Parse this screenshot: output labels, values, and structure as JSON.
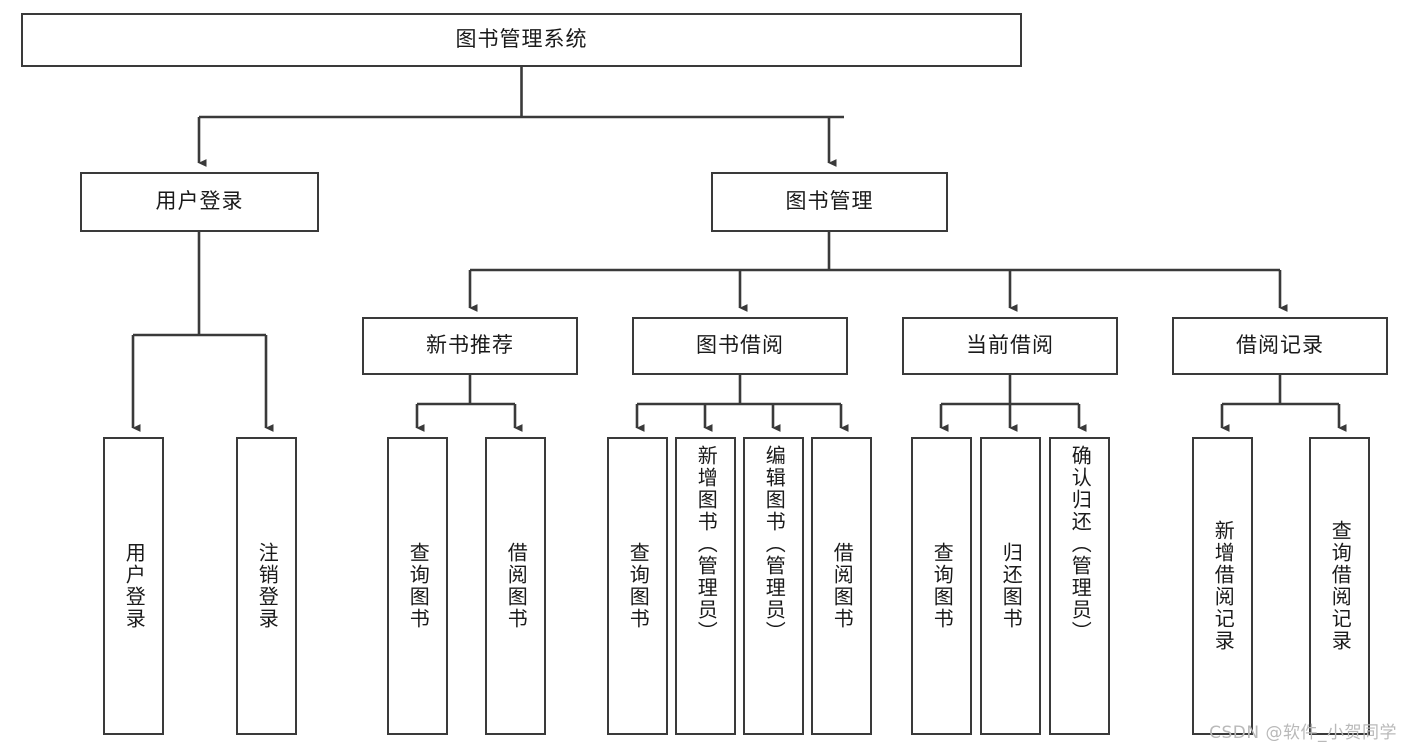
{
  "diagram": {
    "title": "图书管理系统",
    "type": "tree-hierarchy-diagram",
    "colors": {
      "box_border": "#3a3a3a",
      "box_fill": "#ffffff",
      "connector": "#3a3a3a",
      "text": "#1a1a1a",
      "watermark": "#b9b9b9"
    },
    "root": {
      "label": "图书管理系统"
    },
    "level2": [
      {
        "label": "用户登录"
      },
      {
        "label": "图书管理"
      }
    ],
    "level3": [
      {
        "label": "新书推荐"
      },
      {
        "label": "图书借阅"
      },
      {
        "label": "当前借阅"
      },
      {
        "label": "借阅记录"
      }
    ],
    "leaves": {
      "user_login": [
        {
          "label": "用户登录"
        },
        {
          "label": "注销登录"
        }
      ],
      "new_book_recommend": [
        {
          "label": "查询图书"
        },
        {
          "label": "借阅图书"
        }
      ],
      "book_borrow": [
        {
          "label": "查询图书"
        },
        {
          "label": "新增图书（管理员）"
        },
        {
          "label": "编辑图书（管理员）"
        },
        {
          "label": "借阅图书"
        }
      ],
      "current_borrow": [
        {
          "label": "查询图书"
        },
        {
          "label": "归还图书"
        },
        {
          "label": "确认归还（管理员）"
        }
      ],
      "borrow_record": [
        {
          "label": "新增借阅记录"
        },
        {
          "label": "查询借阅记录"
        }
      ]
    }
  },
  "watermark": {
    "text": "CSDN @软件_小贺同学"
  }
}
